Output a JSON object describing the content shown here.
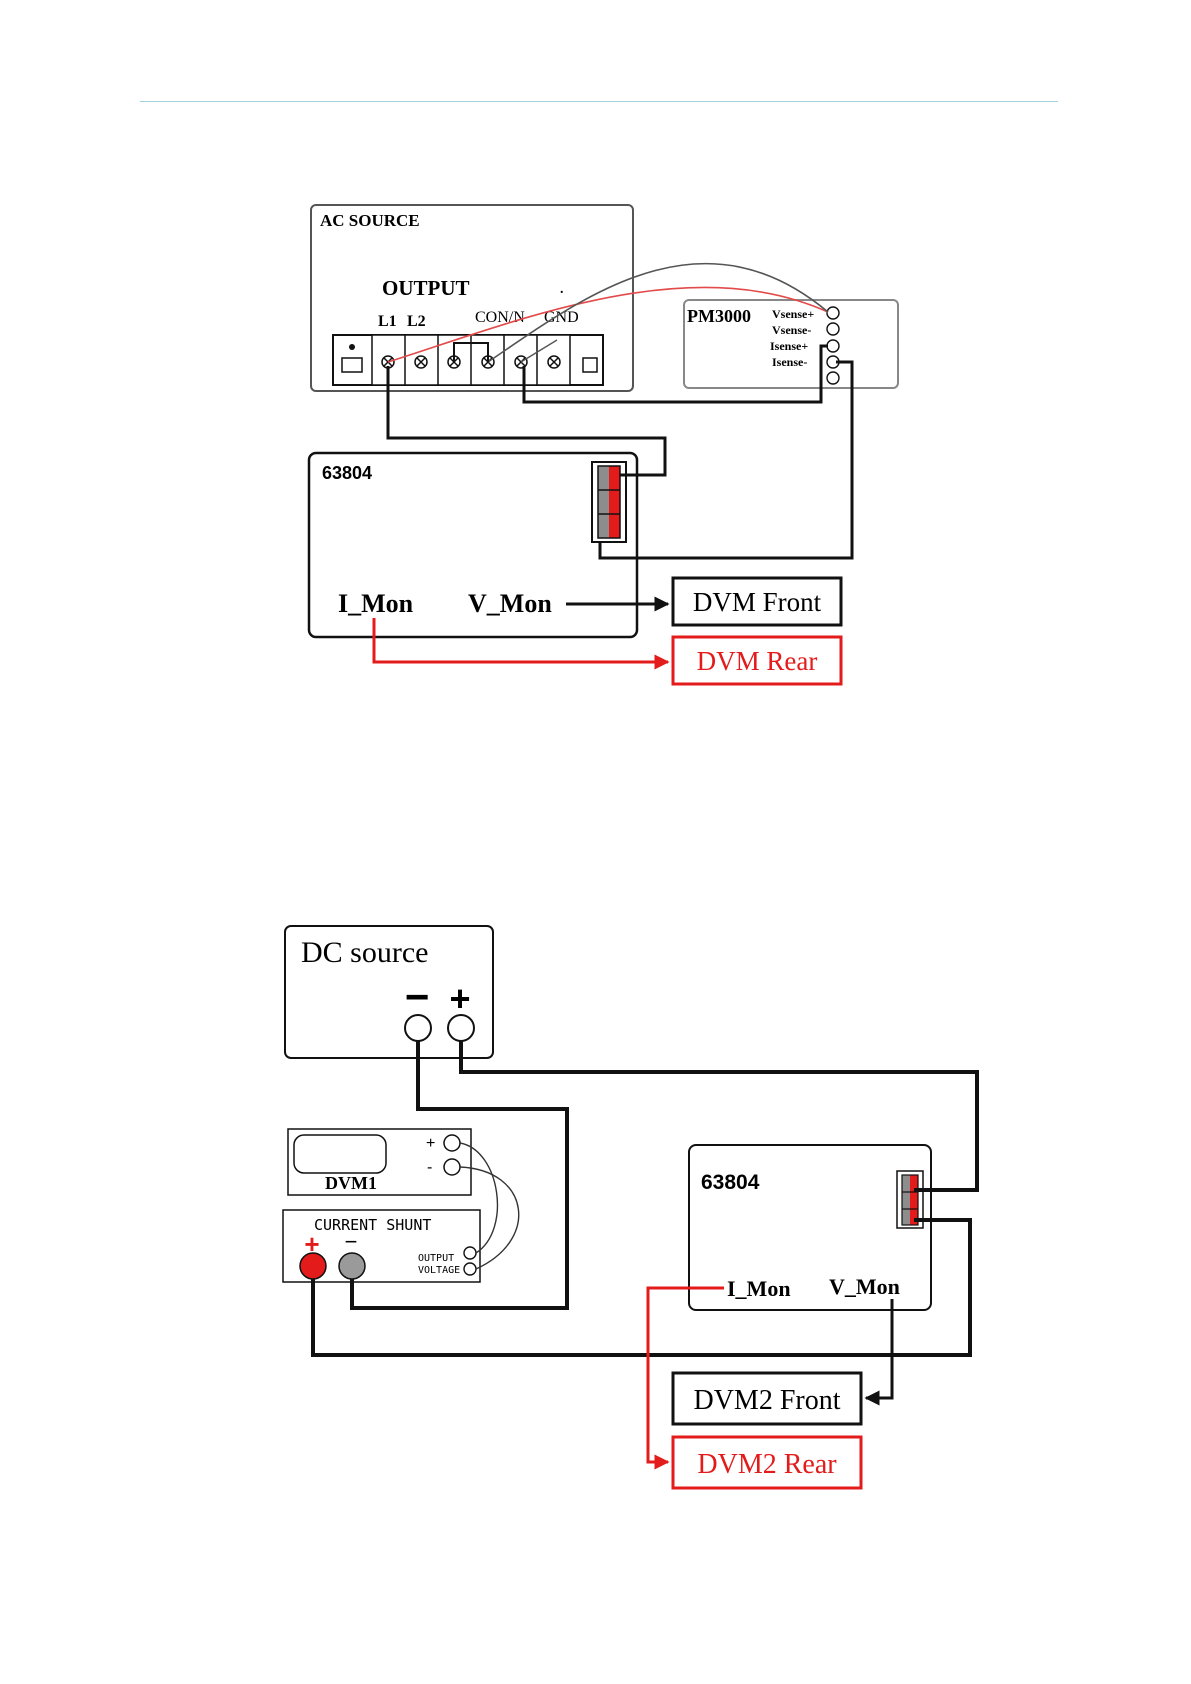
{
  "diagram1": {
    "ac_source_label": "AC SOURCE",
    "output_label": "OUTPUT",
    "terminal_labels": [
      "L1",
      "L2",
      "CON/N",
      "GND"
    ],
    "pm_label": "PM3000",
    "pm_terminals": [
      "Vsense+",
      "Vsense-",
      "Isense+",
      "Isense-"
    ],
    "load_label": "63804",
    "i_mon_label": "I_Mon",
    "v_mon_label": "V_Mon",
    "dvm_front_label": "DVM Front",
    "dvm_rear_label": "DVM Rear"
  },
  "diagram2": {
    "dc_source_label": "DC source",
    "dc_minus": "−",
    "dc_plus": "+",
    "dvm_label": "DVM1",
    "dvm_plus": "+",
    "dvm_minus": "-",
    "shunt_label": "CURRENT SHUNT",
    "shunt_plus": "+",
    "shunt_minus": "−",
    "shunt_output_line1": "OUTPUT",
    "shunt_output_line2": "VOLTAGE",
    "load_label": "63804",
    "i_mon_label": "I_Mon",
    "v_mon_label": "V_Mon",
    "dvm2_front_label": "DVM2 Front",
    "dvm2_rear_label": "DVM2 Rear"
  },
  "colors": {
    "wire": "#111111",
    "red": "#e31b1b",
    "panel_gray": "#8d8d8d",
    "header_rule": "#9fd3de"
  }
}
